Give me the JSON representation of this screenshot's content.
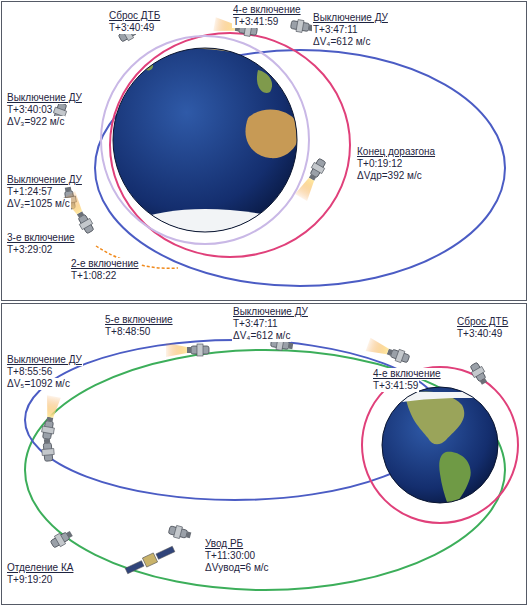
{
  "diagram": {
    "labels": [
      "Сброс ДТБ",
      "T+3:40:49",
      "4-е включение",
      "T+3:41:59",
      "Выключение ДУ",
      "T+3:47:11",
      "ΔV₄=612 м/с",
      "Выключение ДУ",
      "T+3:40:03",
      "ΔV₃=922 м/с",
      "Конец доразгона",
      "T+0:19:12",
      "ΔVдр=392 м/с",
      "Выключение ДУ",
      "T+1:24:57",
      "ΔV₂=1025 м/с",
      "3-е включение",
      "T+3:29:02",
      "2-е включение",
      "T+1:08:22",
      "5-е включение",
      "T+8:48:50",
      "Выключение ДУ",
      "T+3:47:11",
      "ΔV₄=612 м/с",
      "Сброс ДТБ",
      "T+3:40:49",
      "4-е включение",
      "T+3:41:59",
      "Выключение ДУ",
      "T+8:55:56",
      "ΔV₅=1092 м/с",
      "Отделение КА",
      "T+9:19:20",
      "Увод РБ",
      "T+11:30:00",
      "ΔVувод=6 м/с"
    ]
  }
}
